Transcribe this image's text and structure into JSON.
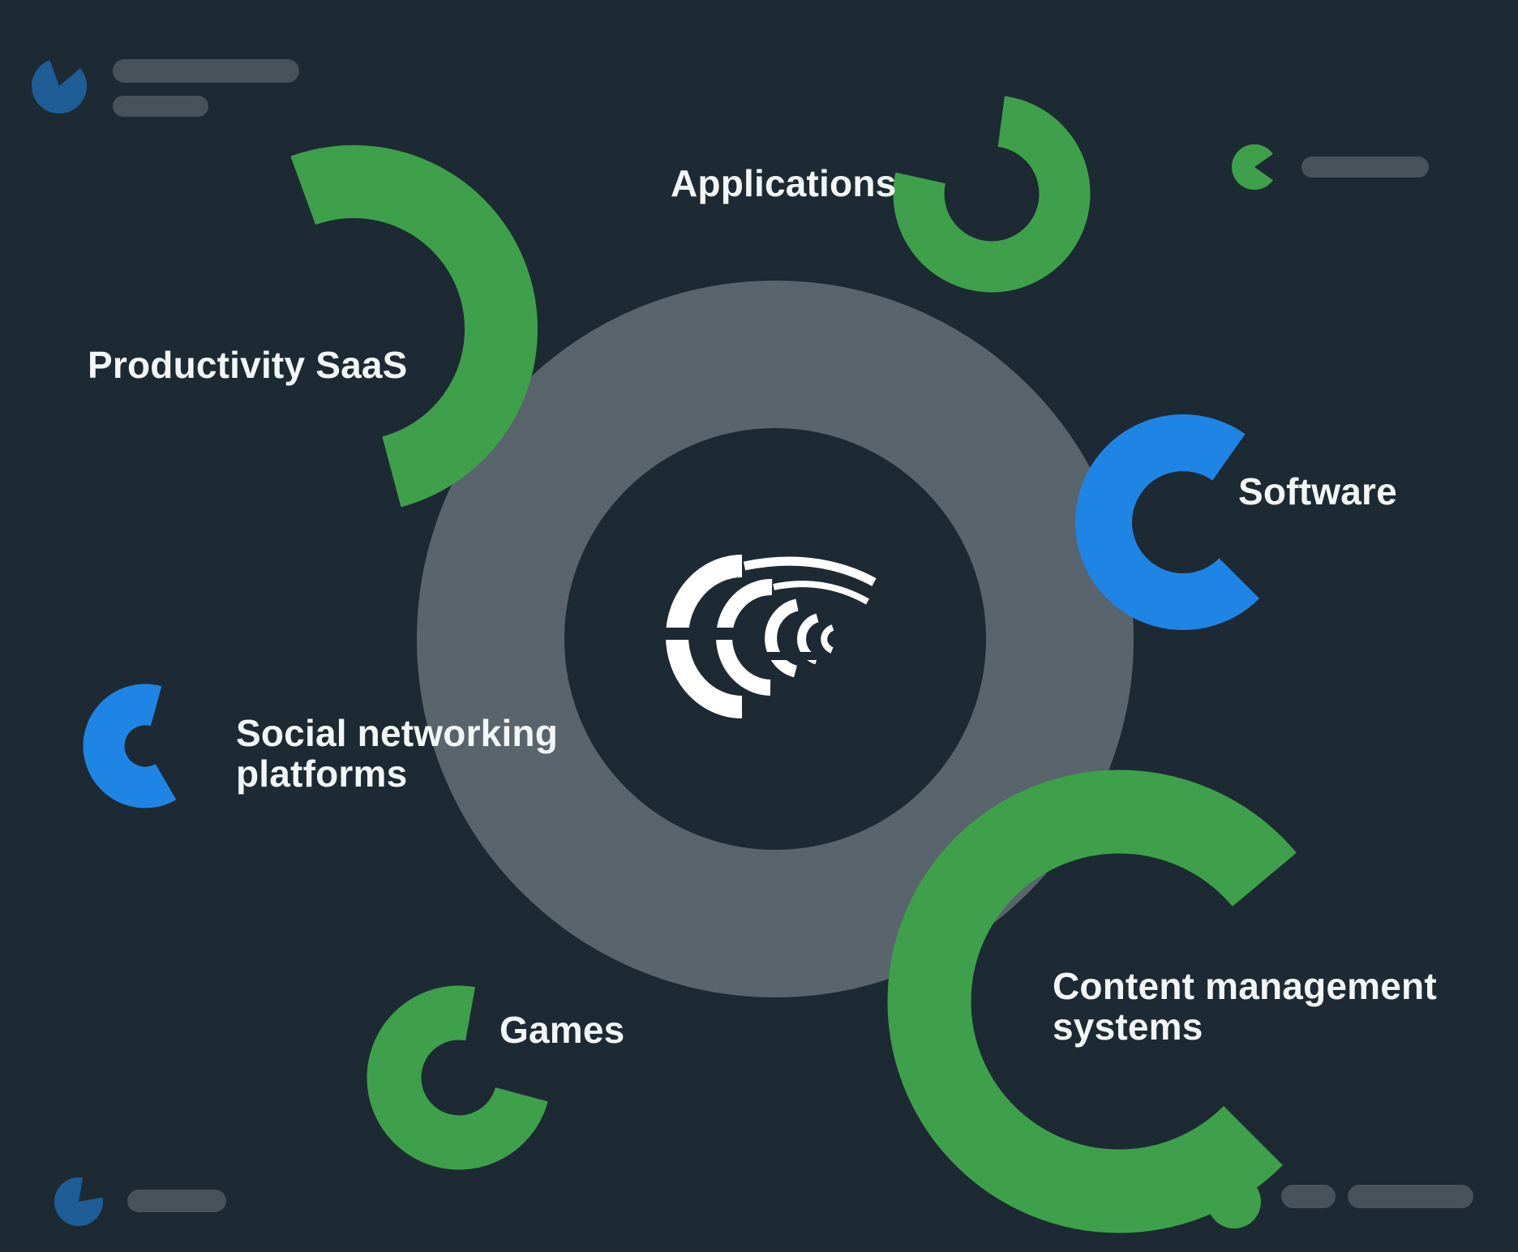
{
  "colors": {
    "bg": "#1d2a33",
    "green": "#3fa04b",
    "blue": "#1f85e5",
    "blue_dark": "#1e5d96",
    "ring": "#59646c",
    "bar": "#47525a",
    "text": "#f3f6f7",
    "white": "#ffffff"
  },
  "labels": {
    "applications": "Applications",
    "productivity_saas": "Productivity SaaS",
    "software": "Software",
    "social_line1": "Social networking",
    "social_line2": "platforms",
    "games": "Games",
    "cms_line1": "Content management",
    "cms_line2": "systems"
  },
  "diagram": {
    "type": "hub-and-spoke-infographic",
    "hub_logo": "nested-crescents-swoosh-logo",
    "segments": [
      {
        "label": "Productivity SaaS",
        "color": "green",
        "shape": "open-ring-arc"
      },
      {
        "label": "Applications",
        "color": "green",
        "shape": "open-ring-arc"
      },
      {
        "label": "Software",
        "color": "blue",
        "shape": "open-ring-arc"
      },
      {
        "label": "Social networking platforms",
        "color": "blue",
        "shape": "open-ring-arc"
      },
      {
        "label": "Games",
        "color": "green",
        "shape": "open-ring-arc"
      },
      {
        "label": "Content management systems",
        "color": "green",
        "shape": "open-ring-arc"
      }
    ],
    "decorations": [
      {
        "name": "pacman-shape-top-left",
        "color": "blue_dark",
        "bars": 2
      },
      {
        "name": "pacman-shape-top-right",
        "color": "green",
        "bars": 1
      },
      {
        "name": "pacman-shape-bottom-left",
        "color": "blue_dark",
        "bars": 1
      },
      {
        "name": "pacman-shape-bottom-right",
        "color": "green",
        "bars": 2
      }
    ]
  }
}
